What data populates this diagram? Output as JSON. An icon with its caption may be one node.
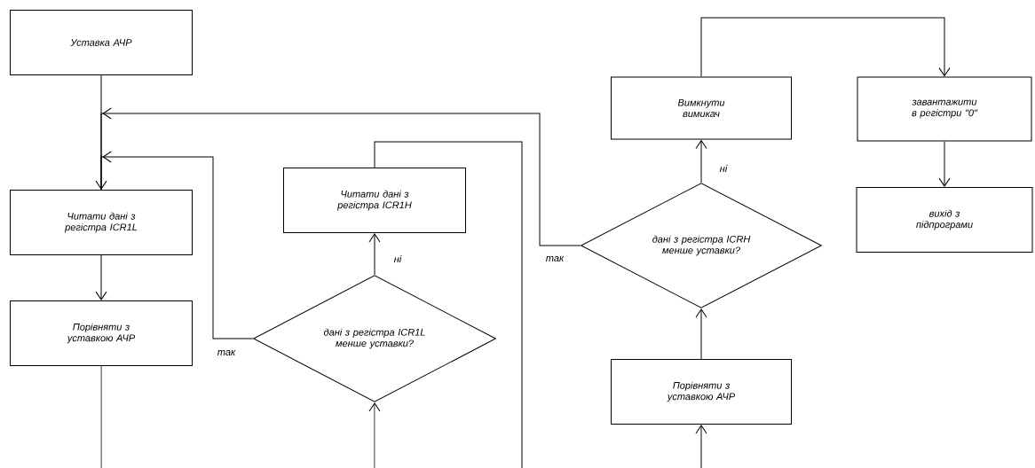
{
  "diagram": {
    "nodes": [
      {
        "text": [
          "Уставка АЧР"
        ]
      },
      {
        "text": [
          "Читати дані з регістра ICR1L"
        ]
      },
      {
        "text": [
          "Порівняти з уставкою АЧР"
        ]
      },
      {
        "text": [
          "Читати дані з регістра ICR1H"
        ]
      },
      {
        "text": [
          "дані з регістра ICR1L менше уставки?"
        ]
      },
      {
        "text": [
          "Вимкнути вимикач"
        ]
      },
      {
        "text": [
          "дані з регістра ICRH менше уставки?"
        ]
      },
      {
        "text": [
          "Порівняти з уставкою АЧР"
        ]
      },
      {
        "text": [
          "завантажити в регістри \"0\""
        ]
      },
      {
        "text": [
          "вихід з підпрограми"
        ]
      }
    ],
    "edges": [
      {
        "from": 0,
        "to": 1,
        "arrow": "to"
      },
      {
        "from": 1,
        "to": 2,
        "arrow": "to"
      },
      {
        "from": 2,
        "to": null,
        "arrow": "none"
      },
      {
        "from": null,
        "to": 4,
        "arrow": "to"
      },
      {
        "from": 4,
        "to": 3,
        "arrow": "to",
        "label": "ні"
      },
      {
        "from": 4,
        "to": 1,
        "arrow": "to",
        "label": "так"
      },
      {
        "from": 3,
        "to": null,
        "arrow": "none"
      },
      {
        "from": null,
        "to": 7,
        "arrow": "to"
      },
      {
        "from": 7,
        "to": 6,
        "arrow": "to"
      },
      {
        "from": 6,
        "to": 5,
        "arrow": "to",
        "label": "ні"
      },
      {
        "from": 6,
        "to": 1,
        "arrow": "to",
        "label": "так"
      },
      {
        "from": 5,
        "to": 8,
        "arrow": "to"
      },
      {
        "from": 8,
        "to": 9,
        "arrow": "to"
      }
    ]
  }
}
